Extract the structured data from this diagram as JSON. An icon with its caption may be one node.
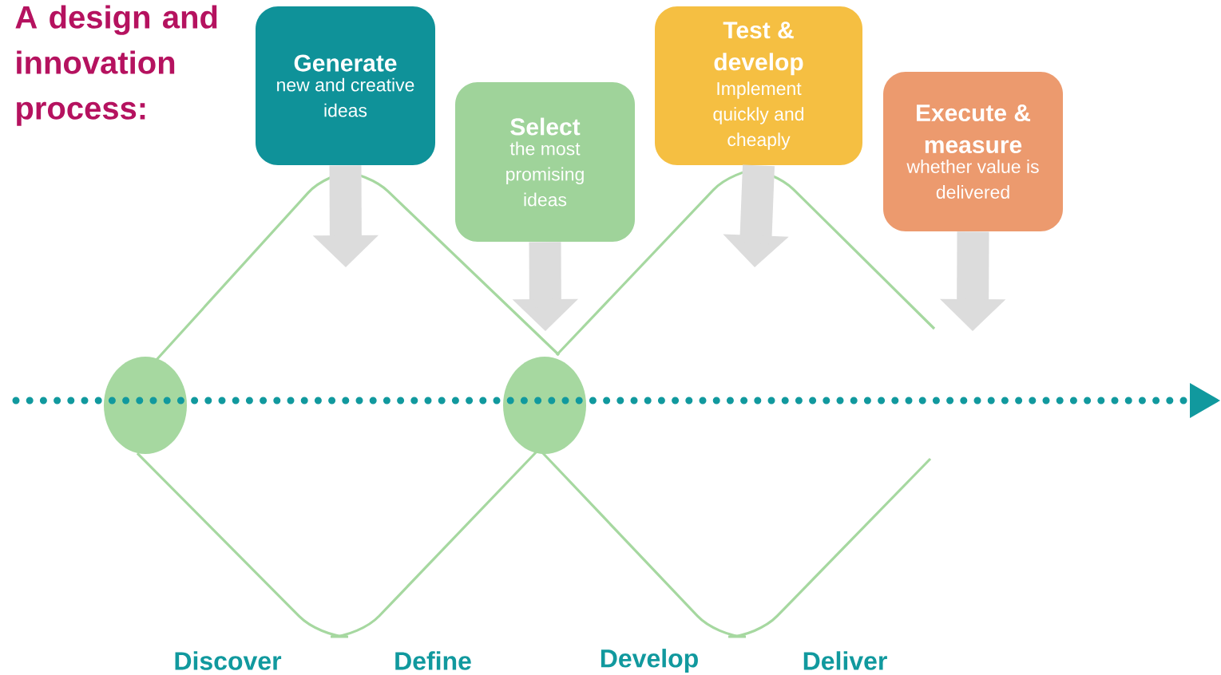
{
  "diagram": {
    "title": "A design and innovation process:",
    "nodes": [
      {
        "text": [
          "Generate",
          "new and creative ideas"
        ]
      },
      {
        "text": [
          "Select",
          "the most promising ideas"
        ]
      },
      {
        "text": [
          "Test & develop",
          "Implement quickly and cheaply"
        ]
      },
      {
        "text": [
          "Execute & measure",
          "whether value is delivered"
        ]
      },
      {
        "text": [],
        "shape": "circle"
      },
      {
        "text": [],
        "shape": "circle"
      }
    ],
    "edges": [
      {
        "from": 0,
        "to": null,
        "arrow": "to"
      },
      {
        "from": 1,
        "to": null,
        "arrow": "to"
      },
      {
        "from": 2,
        "to": null,
        "arrow": "to"
      },
      {
        "from": 3,
        "to": null,
        "arrow": "to"
      }
    ],
    "labels": [
      "Discover",
      "Define",
      "Develop",
      "Deliver"
    ]
  }
}
